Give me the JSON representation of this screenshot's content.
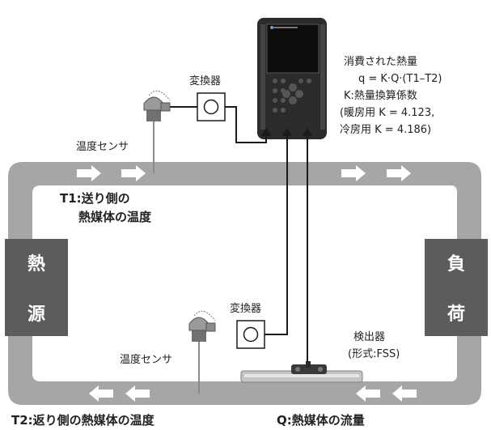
{
  "formula": {
    "line1": "消費された熱量",
    "line2": "q = K·Q·(T1–T2)",
    "line3": "K:熱量換算係数",
    "line4": "(暖房用 K = 4.123,",
    "line5": "冷房用 K = 4.186)"
  },
  "converter_top": "変換器",
  "converter_bottom": "変換器",
  "sensor_top": "温度センサ",
  "sensor_bottom": "温度センサ",
  "t1": {
    "tag": "T1",
    "line1": ":送り側の",
    "line2": "熱媒体の温度"
  },
  "t2": {
    "tag": "T2",
    "rest": ":返り側の熱媒体の温度"
  },
  "q": {
    "tag": "Q",
    "rest": ":熱媒体の流量"
  },
  "detector": {
    "line1": "検出器",
    "line2": "(形式:FSS)"
  },
  "heat_source": {
    "char1": "熱",
    "char2": "源"
  },
  "load": {
    "char1": "負",
    "char2": "荷"
  },
  "colors": {
    "pipe": "#a6a6a6",
    "box": "#5c5c5c",
    "line": "#1a1a1a",
    "arrow": "#ffffff"
  }
}
